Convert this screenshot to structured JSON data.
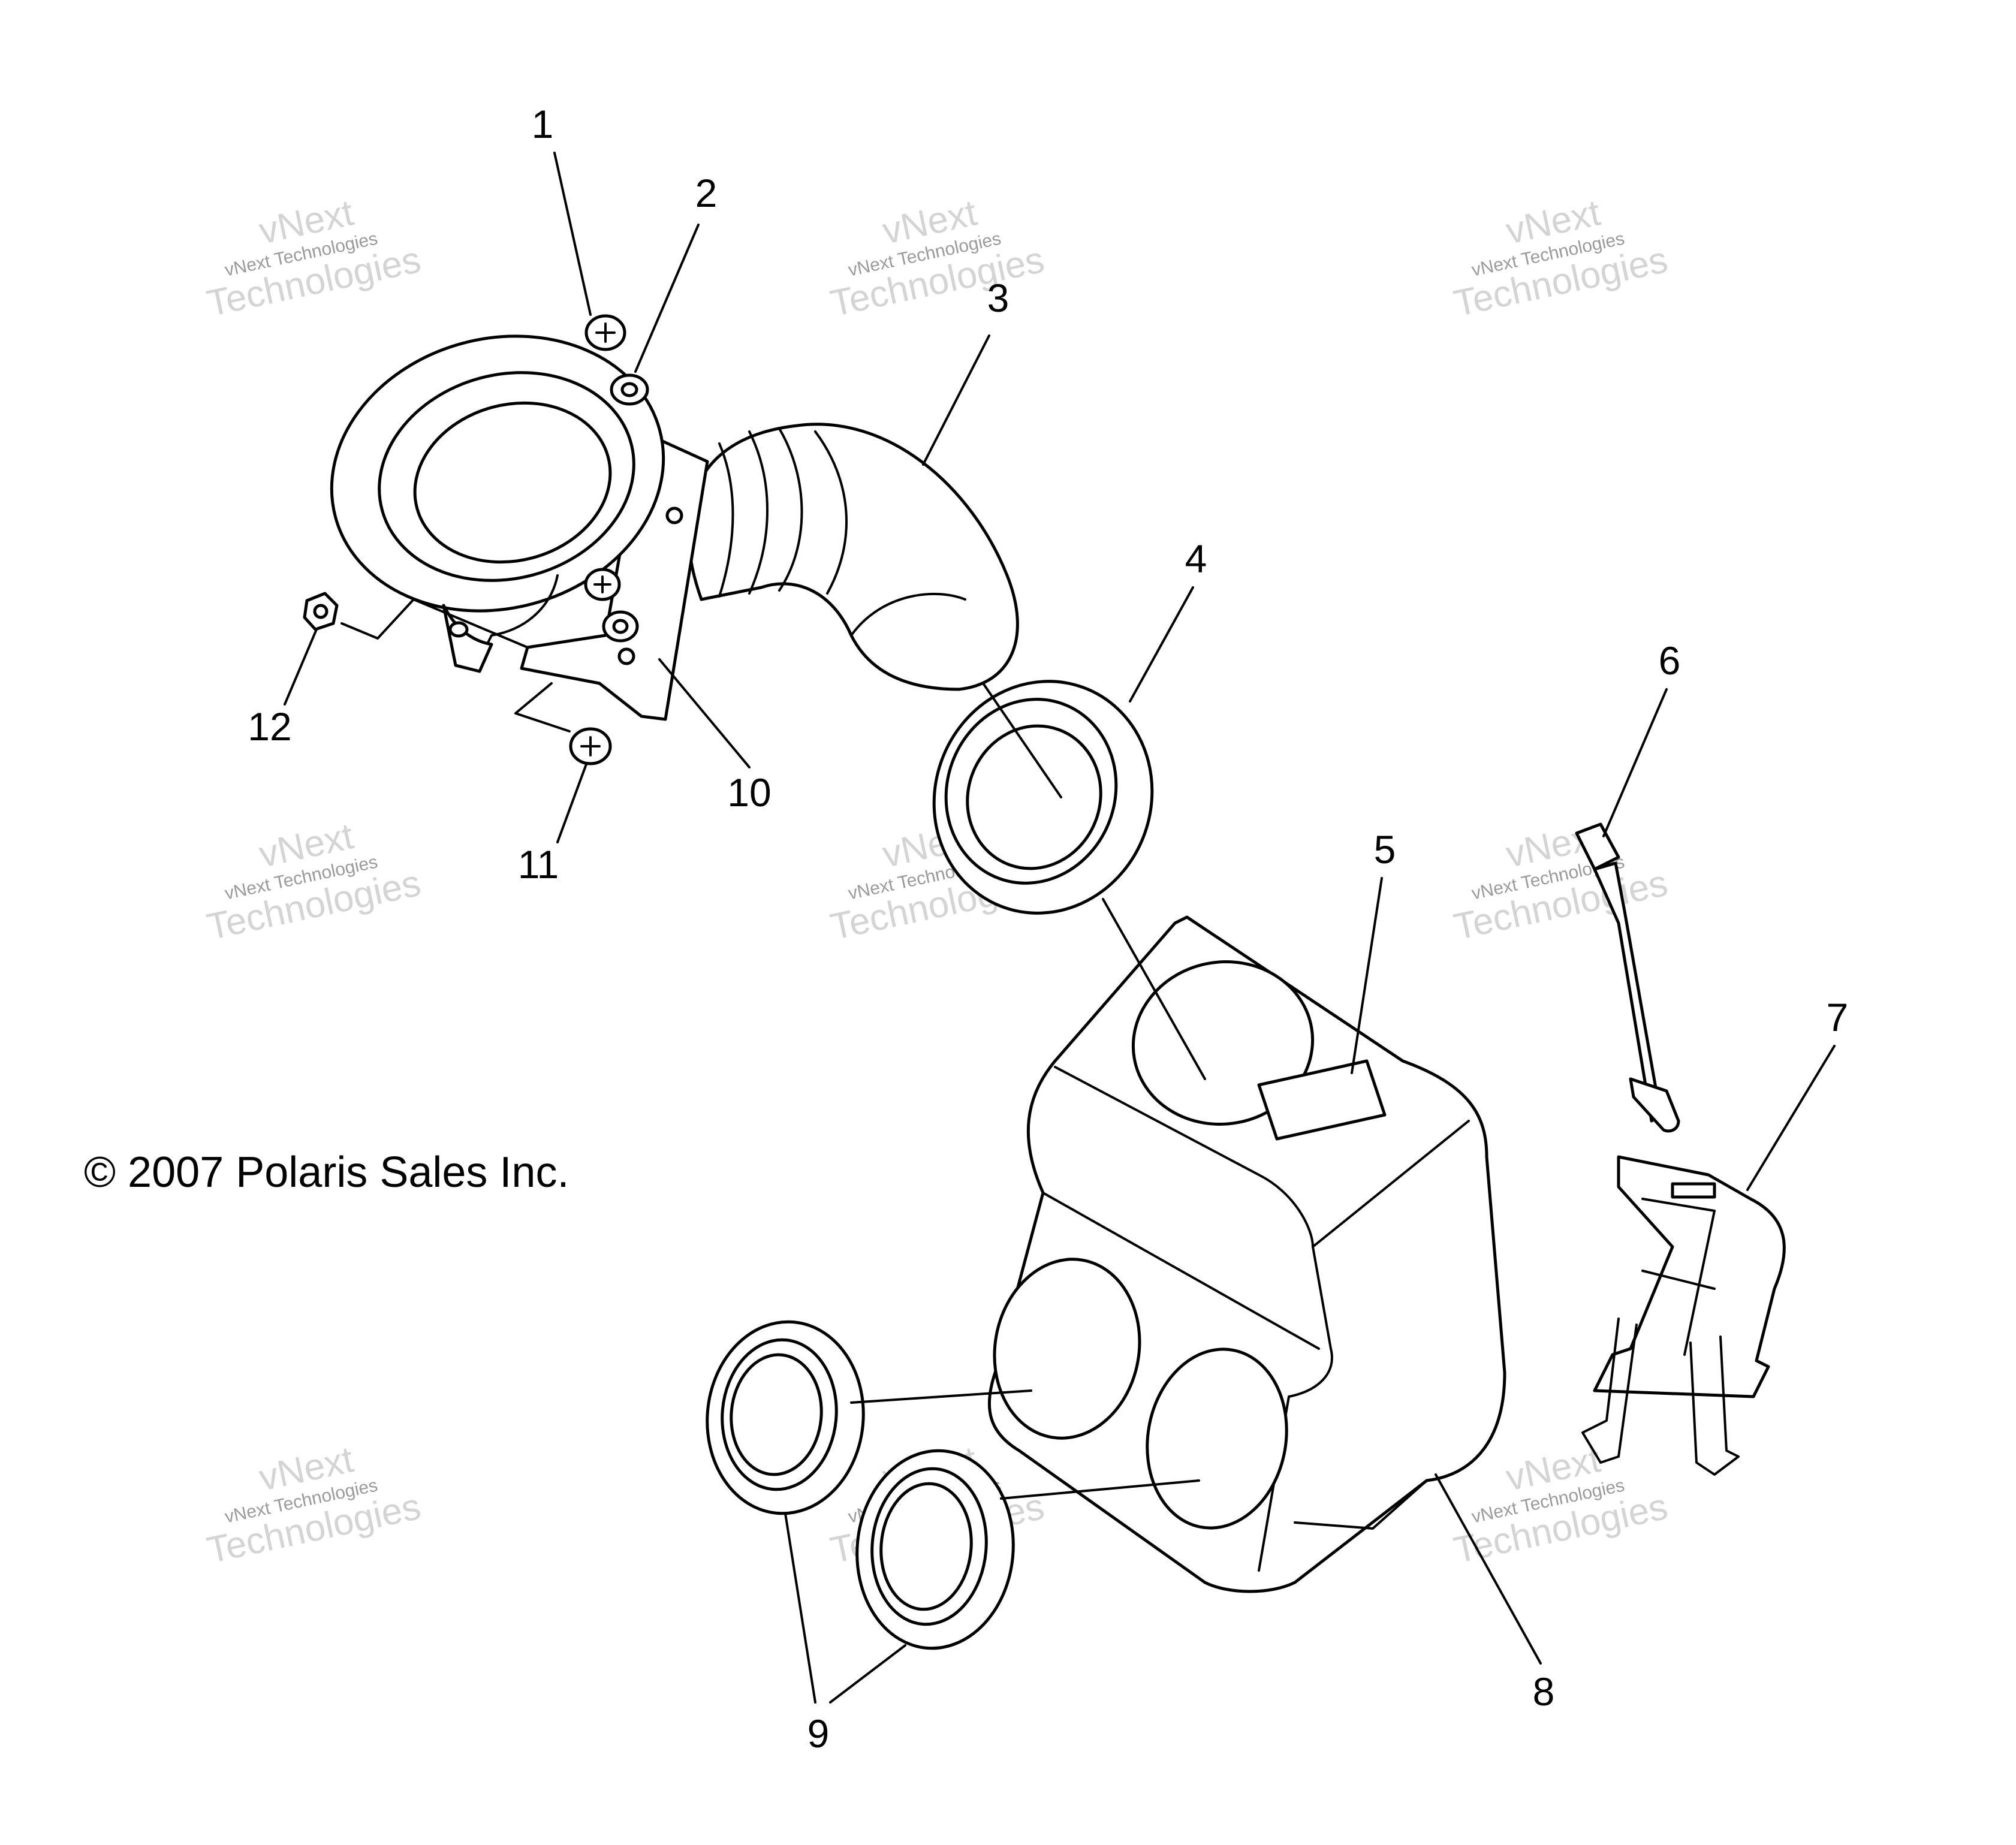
{
  "diagram": {
    "copyright": "© 2007 Polaris Sales Inc.",
    "callouts": [
      "1",
      "2",
      "3",
      "4",
      "5",
      "6",
      "7",
      "8",
      "9",
      "10",
      "11",
      "12"
    ],
    "watermark": {
      "line1": "vNext",
      "line2": "vNext Technologies",
      "line3": "Technologies"
    }
  }
}
